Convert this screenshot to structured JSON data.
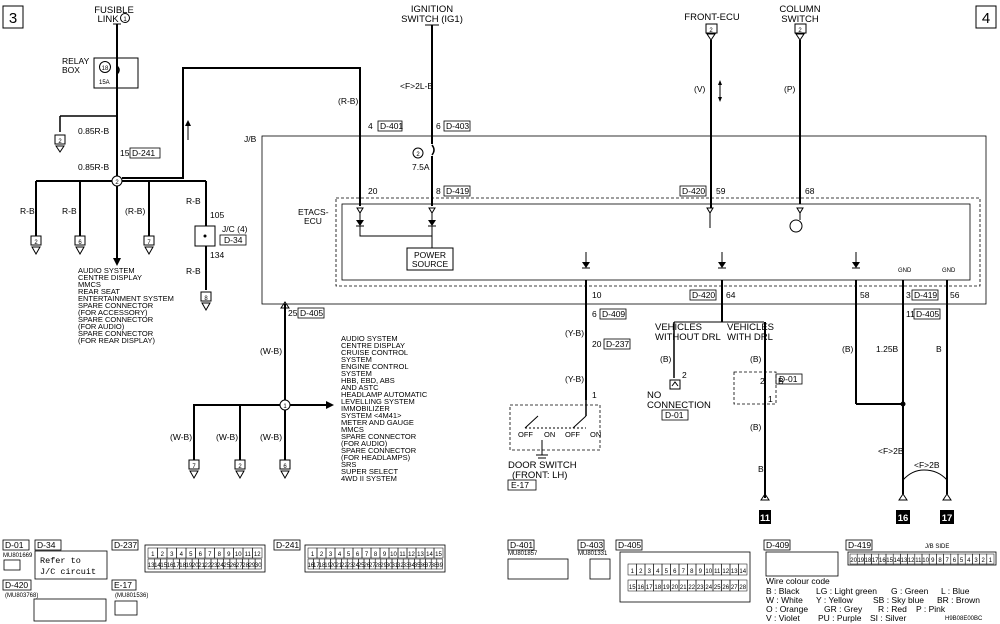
{
  "page_numbers": {
    "left": "3",
    "right": "4"
  },
  "fusible": {
    "title1": "FUSIBLE",
    "title2": "LINK",
    "num": "1"
  },
  "relay": {
    "title1": "RELAY",
    "title2": "BOX",
    "num": "18",
    "amps": "15A"
  },
  "ignition": {
    "title1": "IGNITION",
    "title2": "SWITCH (IG1)",
    "wire": "<F>2L-B"
  },
  "front_ecu": {
    "title": "FRONT-ECU",
    "num": "2",
    "wire": "(V)"
  },
  "column_switch": {
    "title1": "COLUMN",
    "title2": "SWITCH",
    "num": "2",
    "wire": "(P)"
  },
  "jb": {
    "label": "J/B",
    "fuse_num": "2",
    "fuse_amps": "7.5A"
  },
  "etacs": {
    "label1": "ETACS-",
    "label2": "ECU",
    "power1": "POWER",
    "power2": "SOURCE",
    "gnd1": "GND",
    "gnd2": "GND"
  },
  "left_wires": {
    "w085_1": "0.85R-B",
    "w085_2": "0.85R-B",
    "c15": "15",
    "c241": "D-241",
    "rb": "R-B",
    "rb_p": "(R-B)",
    "rb_up": "(R-B)",
    "c105": "105",
    "c134": "134",
    "jc1": "J/C (4)",
    "jc2": "D-34"
  },
  "pins_top": {
    "p4": "4",
    "d401": "D-401",
    "p6": "6",
    "d403": "D-403",
    "p20": "20",
    "p8": "8",
    "d419": "D-419"
  },
  "audio_list_1": [
    "AUDIO SYSTEM",
    "CENTRE DISPLAY",
    "MMCS",
    "REAR SEAT",
    "ENTERTAINMENT SYSTEM",
    "SPARE CONNECTOR",
    "(FOR ACCESSORY)",
    "SPARE CONNECTOR",
    "(FOR AUDIO)",
    "SPARE CONNECTOR",
    "(FOR REAR DISPLAY)"
  ],
  "audio_list_2": [
    "AUDIO SYSTEM",
    "CENTRE DISPLAY",
    "CRUISE CONTROL",
    "SYSTEM",
    "ENGINE CONTROL",
    "SYSTEM",
    "HBB, EBD, ABS",
    "AND ASTC",
    "HEADLAMP AUTOMATIC",
    "LEVELLING SYSTEM",
    "IMMOBILIZER",
    "SYSTEM <4M41>",
    "METER AND GAUGE",
    "MMCS",
    "SPARE CONNECTOR",
    "(FOR AUDIO)",
    "SPARE CONNECTOR",
    "(FOR HEADLAMPS)",
    "SRS",
    "SUPER SELECT",
    "4WD II SYSTEM"
  ],
  "wb": {
    "p25": "25",
    "d405": "D-405",
    "wb": "(W-B)"
  },
  "door": {
    "p10": "10",
    "p6": "6",
    "d409": "D-409",
    "p20": "20",
    "d237": "D-237",
    "yb": "(Y-B)",
    "p1": "1",
    "off": "OFF",
    "on": "ON",
    "title1": "DOOR SWITCH",
    "title2": "(FRONT: LH)",
    "conn": "E-17"
  },
  "ecu_pins": {
    "d420a": "D-420",
    "p59": "59",
    "p68": "68",
    "d420b": "D-420",
    "p64": "64",
    "p58": "58",
    "p3": "3",
    "d419": "D-419",
    "p56": "56",
    "p11": "11",
    "d405": "D-405"
  },
  "drl": {
    "without1": "VEHICLES",
    "without2": "WITHOUT DRL",
    "with1": "VEHICLES",
    "with2": "WITH DRL",
    "b": "(B)",
    "b2": "B",
    "p2": "2",
    "d01": "D-01",
    "p1": "1",
    "nc1": "NO",
    "nc2": "CONNECTION",
    "nc3": "D-01"
  },
  "right_wires": {
    "b": "(B)",
    "w125": "1.25B",
    "wb": "B",
    "f2b": "<F>2B"
  },
  "big_refs": {
    "r11": "11",
    "r16": "16",
    "r17": "17"
  },
  "bottom": {
    "d01": "D-01",
    "d01p": "MU801669",
    "d34": "D-34",
    "refer1": "Refer to",
    "refer2": "J/C circuit",
    "d237": "D-237",
    "d241": "D-241",
    "d420": "D-420",
    "d420p": "(MU803768)",
    "e17": "E-17",
    "e17p": "(MU801536)",
    "d401": "D-401",
    "d401p": "MU801857",
    "d403": "D-403",
    "d403p": "MU801331",
    "d405": "D-405",
    "d409": "D-409",
    "d419": "D-419",
    "jb_side": "J/B SIDE",
    "code_id": "H9B08E00BC"
  },
  "legend": {
    "title": "Wire colour code",
    "rows": [
      [
        "B : Black",
        "LG : Light green",
        "G : Green",
        "L : Blue"
      ],
      [
        "W : White",
        "Y : Yellow",
        "SB : Sky blue",
        "BR : Brown"
      ],
      [
        "O : Orange",
        "GR : Grey",
        "R : Red",
        "P : Pink"
      ],
      [
        "V : Violet",
        "PU : Purple",
        "SI : Silver",
        ""
      ]
    ]
  },
  "connector_cells": {
    "d237_r1": [
      "1",
      "2",
      "3",
      "4",
      "5",
      "6",
      "7",
      "8",
      "9",
      "10",
      "11",
      "12"
    ],
    "d237_r2": [
      "13",
      "14",
      "15",
      "16",
      "17",
      "18",
      "19",
      "20",
      "21",
      "22",
      "23",
      "24",
      "25",
      "26",
      "27",
      "28",
      "29",
      "30"
    ],
    "d241_r1": [
      "1",
      "2",
      "3",
      "4",
      "5",
      "6",
      "7",
      "8",
      "9",
      "10",
      "11",
      "12",
      "13",
      "14",
      "15"
    ],
    "d241_r2": [
      "16",
      "17",
      "18",
      "19",
      "20",
      "21",
      "22",
      "23",
      "24",
      "25",
      "26",
      "27",
      "28",
      "29",
      "30",
      "31",
      "32",
      "33",
      "34",
      "35",
      "36",
      "37",
      "38",
      "39"
    ],
    "d405_r1": [
      "1",
      "2",
      "3",
      "4",
      "5",
      "6",
      "7",
      "8",
      "9",
      "10",
      "11",
      "12",
      "13",
      "14"
    ],
    "d405_r2": [
      "15",
      "16",
      "17",
      "18",
      "19",
      "20",
      "21",
      "22",
      "23",
      "24",
      "25",
      "26",
      "27",
      "28"
    ],
    "d419": [
      "20",
      "19",
      "18",
      "17",
      "16",
      "15",
      "14",
      "13",
      "12",
      "11",
      "10",
      "9",
      "8",
      "7",
      "6",
      "5",
      "4",
      "3",
      "2",
      "1"
    ]
  }
}
